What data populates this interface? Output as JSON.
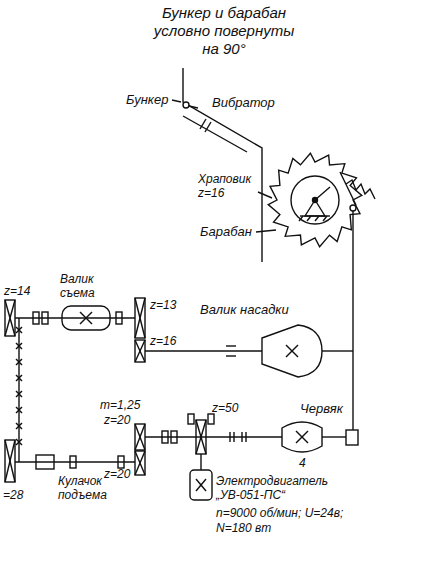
{
  "diagram": {
    "labels": [
      "Бункер и барабан условно повернуты на 90°",
      "Бункер",
      "Вибратор",
      "Храповик z=16",
      "Барабан",
      "z=14",
      "Валик съема",
      "z=13",
      "z=16",
      "Валик насадки",
      "m=1,25",
      "z=20",
      "z=50",
      "Червяк",
      "z=20",
      "4",
      "=28",
      "Кулачок подъема",
      "Электродвигатель „УВ-051-ПС“",
      "n=9000 об/мин; U=24в;",
      "N=180 вт"
    ]
  }
}
